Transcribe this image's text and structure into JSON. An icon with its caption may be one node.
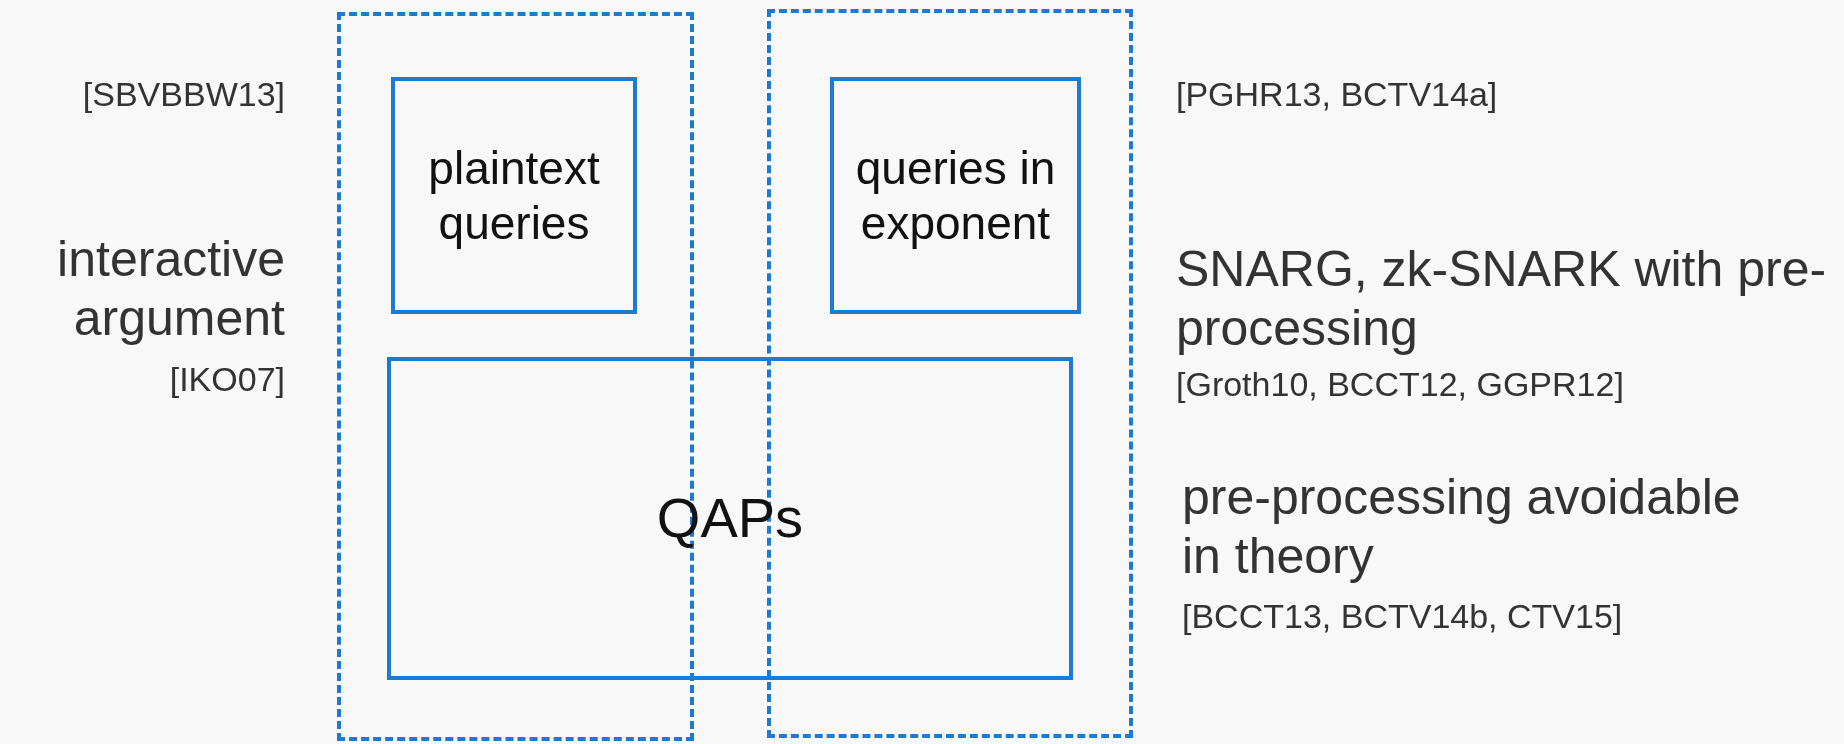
{
  "diagram": {
    "nodes": [
      {
        "text": [],
        "shape": "box"
      },
      {
        "text": [
          "plaintext queries"
        ],
        "in": 0
      },
      {
        "text": [],
        "shape": "box"
      },
      {
        "text": [
          "queries in exponent"
        ],
        "in": 2
      },
      {
        "text": [
          "QAPs"
        ]
      }
    ],
    "edges": [],
    "labels": [
      "[SBVBBW13]",
      "[PGHR13, BCTV14a]",
      "interactive argument",
      "SNARG, zk-SNARK with pre-processing",
      "[IKO07]",
      "[Groth10, BCCT12, GGPR12]",
      "pre-processing avoidable in theory",
      "[BCCT13, BCTV14b, CTV15]"
    ]
  }
}
